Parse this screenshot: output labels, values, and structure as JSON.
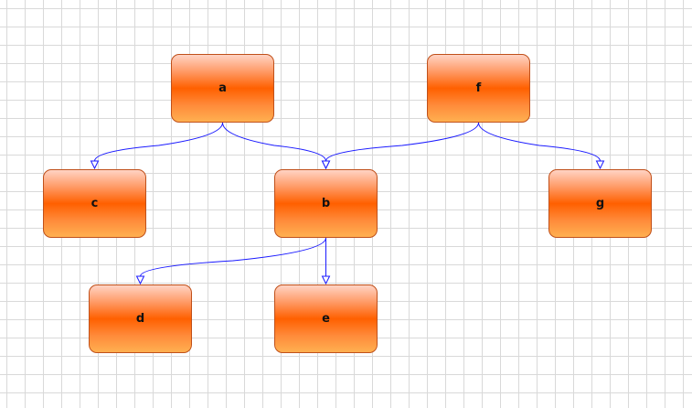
{
  "nodes": {
    "a": "a",
    "b": "b",
    "c": "c",
    "d": "d",
    "e": "e",
    "f": "f",
    "g": "g"
  },
  "edges": [
    [
      "a",
      "c"
    ],
    [
      "a",
      "b"
    ],
    [
      "f",
      "b"
    ],
    [
      "f",
      "g"
    ],
    [
      "b",
      "d"
    ],
    [
      "b",
      "e"
    ]
  ],
  "colors": {
    "edge": "#1a1aff",
    "node_border": "#c0501a"
  }
}
